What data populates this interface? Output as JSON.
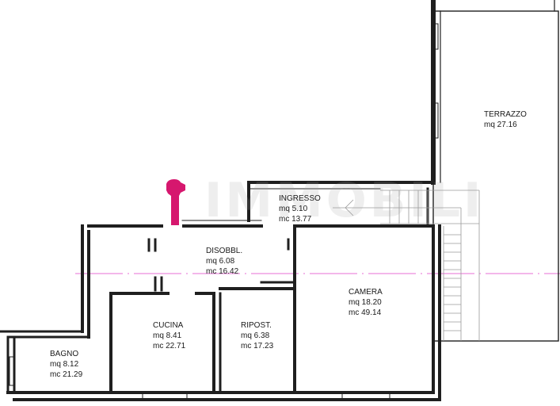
{
  "colors": {
    "wall": "#1f1f1f",
    "guide_line": "#e040c8",
    "marker": "#d6176e",
    "stair": "#9a9a9a"
  },
  "rooms": {
    "terrazzo": {
      "name": "TERRAZZO",
      "area": "mq 27.16"
    },
    "ingresso": {
      "name": "INGRESSO",
      "area": "mq 5.10",
      "volume": "mc 13.77"
    },
    "disobbl": {
      "name": "DISOBBL.",
      "area": "mq 6.08",
      "volume": "mc 16.42"
    },
    "camera": {
      "name": "CAMERA",
      "area": "mq 18.20",
      "volume": "mc 49.14"
    },
    "cucina": {
      "name": "CUCINA",
      "area": "mq 8.41",
      "volume": "mc 22.71"
    },
    "ripost": {
      "name": "RIPOST.",
      "area": "mq 6.38",
      "volume": "mc 17.23"
    },
    "bagno": {
      "name": "BAGNO",
      "area": "mq 8.12",
      "volume": "mc 21.29"
    }
  },
  "marker_icon": "location-pin-icon"
}
